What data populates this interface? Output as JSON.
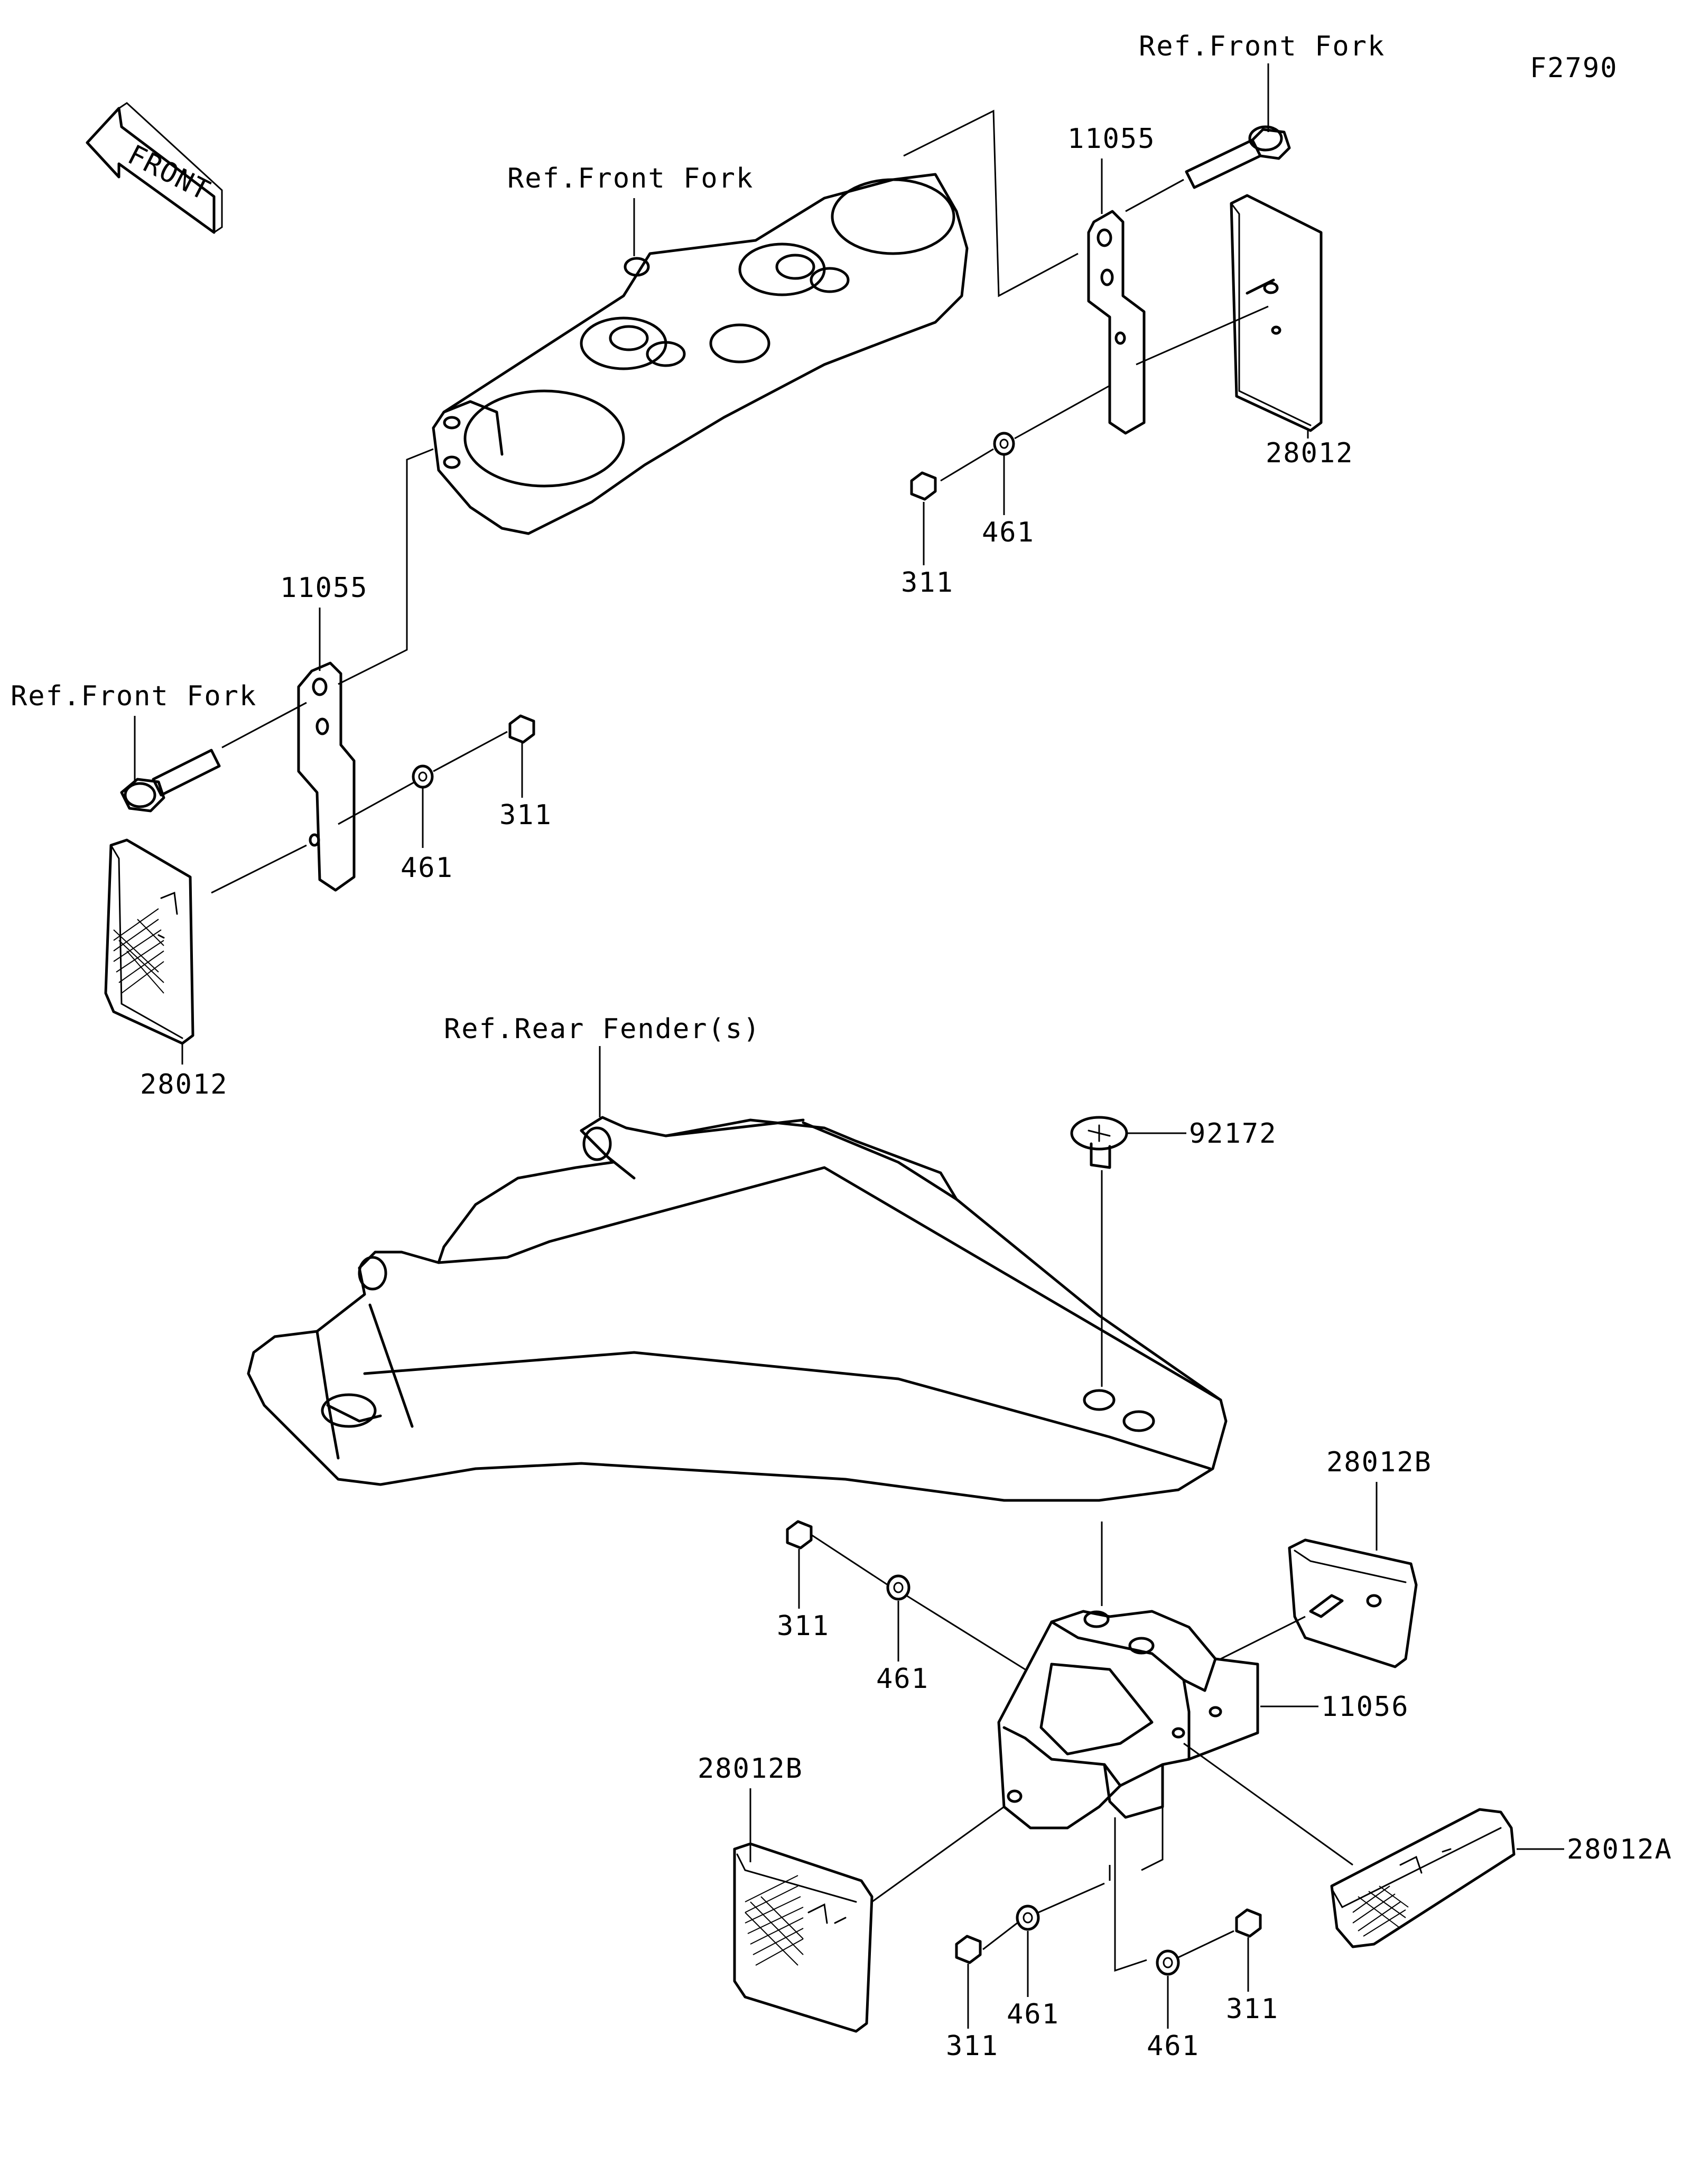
{
  "figure_code": "F2790",
  "front_badge": "FRONT",
  "refs": {
    "front_fork_top": "Ref.Front Fork",
    "front_fork_mid": "Ref.Front Fork",
    "front_fork_left": "Ref.Front Fork",
    "rear_fender": "Ref.Rear Fender(s)"
  },
  "callouts": {
    "c11055_right": "11055",
    "c11055_left": "11055",
    "c28012_right": "28012",
    "c28012_left": "28012",
    "c461_top": "461",
    "c311_top": "311",
    "c461_left": "461",
    "c311_left": "311",
    "c92172": "92172",
    "c28012B_top": "28012B",
    "c311_mid": "311",
    "c461_mid": "461",
    "c11056": "11056",
    "c28012B_left": "28012B",
    "c28012A": "28012A",
    "c311_bottom_left": "311",
    "c461_bottom_left": "461",
    "c461_bottom_right": "461",
    "c311_bottom_right": "311"
  }
}
